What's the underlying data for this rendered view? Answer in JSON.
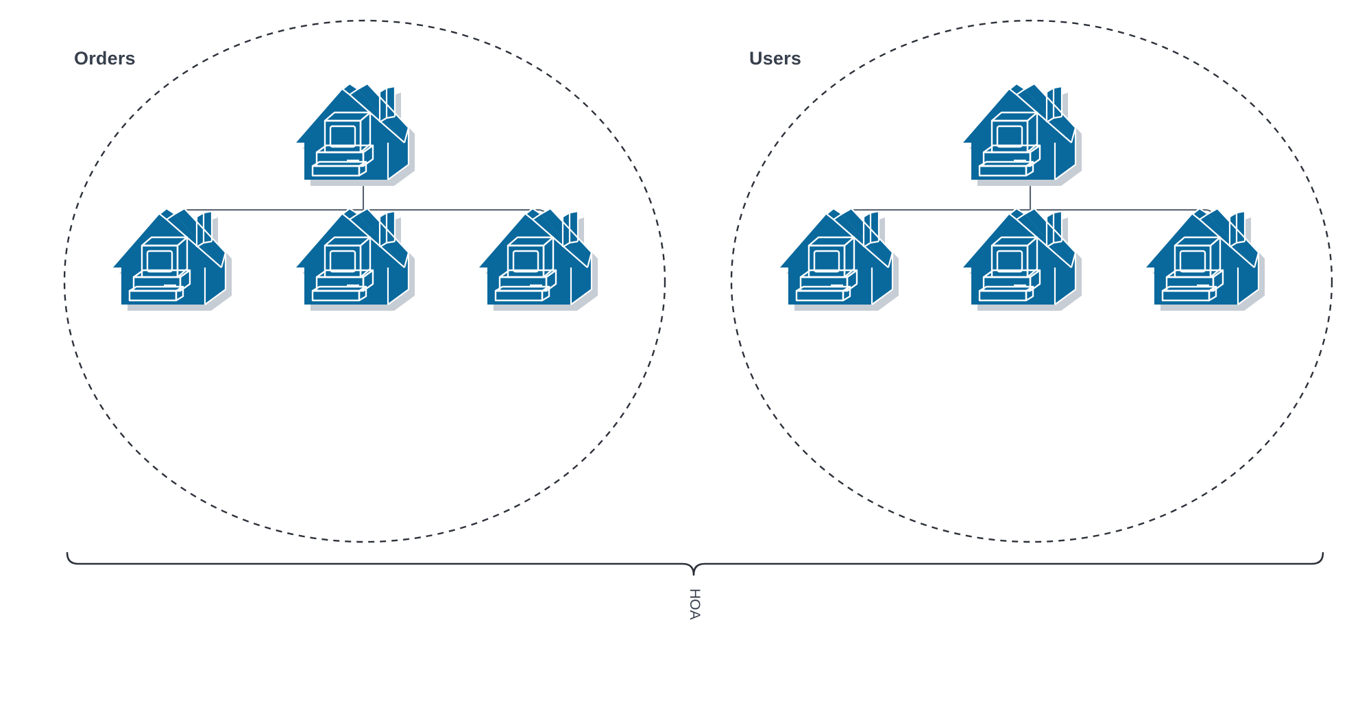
{
  "diagram": {
    "title_label_left": "Orders",
    "title_label_right": "Users",
    "brace_label": "HOA",
    "colors": {
      "icon_fill": "#09689C",
      "icon_outline": "#FFFFFF",
      "icon_shadow": "#C7CDD4",
      "stroke_dark": "#2C313A",
      "stroke_connector": "#55606E",
      "label_text": "#38404D",
      "background": "#FFFFFF"
    },
    "groups": [
      {
        "name": "orders-group",
        "label": "Orders",
        "shape": "dashed-ellipse",
        "parent": {
          "icon": "house-computer-icon",
          "label": ""
        },
        "children": [
          {
            "icon": "house-computer-icon",
            "label": "",
            "has_arrow": true
          },
          {
            "icon": "house-computer-icon",
            "label": "",
            "has_arrow": true
          },
          {
            "icon": "house-computer-icon",
            "label": "",
            "has_arrow": true
          }
        ]
      },
      {
        "name": "users-group",
        "label": "Users",
        "shape": "dashed-ellipse",
        "parent": {
          "icon": "house-computer-icon",
          "label": ""
        },
        "children": [
          {
            "icon": "house-computer-icon",
            "label": "",
            "has_arrow": true
          },
          {
            "icon": "house-computer-icon",
            "label": "",
            "has_arrow": false
          },
          {
            "icon": "house-computer-icon",
            "label": "",
            "has_arrow": true
          }
        ]
      }
    ],
    "brace": {
      "name": "hoa-brace",
      "label": "HOA",
      "orientation": "horizontal-bottom",
      "spans_groups": [
        "Orders",
        "Users"
      ]
    }
  }
}
